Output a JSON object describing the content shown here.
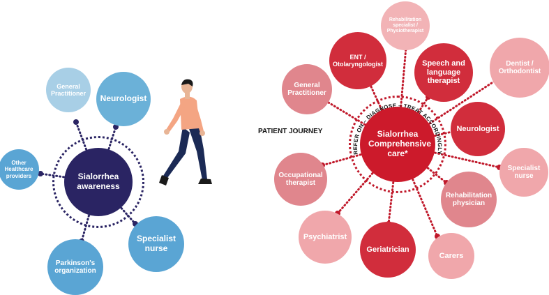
{
  "left_diagram": {
    "center": {
      "label": "Sialorrhea awareness",
      "color": "#2a2463"
    },
    "nodes": [
      {
        "id": "general-practitioner",
        "label": "General Practitioner",
        "color": "#a8cfe6"
      },
      {
        "id": "neurologist",
        "label": "Neurologist",
        "color": "#6bb1d8"
      },
      {
        "id": "other-healthcare-providers",
        "label": "Other Healthcare providers",
        "color": "#5aa5d4"
      },
      {
        "id": "specialist-nurse",
        "label": "Specialist nurse",
        "color": "#5aa5d4"
      },
      {
        "id": "parkinsons-organization",
        "label": "Parkinson's organization",
        "color": "#5aa5d4"
      }
    ]
  },
  "right_diagram": {
    "title": "PATIENT JOURNEY",
    "center": {
      "label": "Sialorrhea Comprehensive care*",
      "color": "#cc1a2b"
    },
    "ring_text": "REFER ON – DIAGNOSE – TREAT ACCORDINGLY",
    "nodes": [
      {
        "id": "general-practitioner",
        "label": "General Practitioner",
        "color": "#e0868d"
      },
      {
        "id": "ent",
        "label": "ENT / Otolaryngologist",
        "color": "#d12d3c"
      },
      {
        "id": "rehab-specialist",
        "label": "Rehabilitation specialist / Physiotherapist",
        "color": "#f2b3b6"
      },
      {
        "id": "speech-therapist",
        "label": "Speech and language therapist",
        "color": "#d12d3c"
      },
      {
        "id": "dentist",
        "label": "Dentist / Orthodontist",
        "color": "#f0a7ab"
      },
      {
        "id": "neurologist",
        "label": "Neurologist",
        "color": "#d12d3c"
      },
      {
        "id": "specialist-nurse",
        "label": "Specialist nurse",
        "color": "#f0a7ab"
      },
      {
        "id": "rehabilitation-physician",
        "label": "Rehabilitation physician",
        "color": "#e0868d"
      },
      {
        "id": "carers",
        "label": "Carers",
        "color": "#f0a7ab"
      },
      {
        "id": "geriatrician",
        "label": "Geriatrician",
        "color": "#d12d3c"
      },
      {
        "id": "psychiatrist",
        "label": "Psychiatrist",
        "color": "#f0a7ab"
      },
      {
        "id": "occupational-therapist",
        "label": "Occupational therapist",
        "color": "#e0868d"
      }
    ]
  },
  "connector_colors": {
    "left": "#2a2463",
    "right": "#c0182a"
  },
  "illustration": "walking-person"
}
